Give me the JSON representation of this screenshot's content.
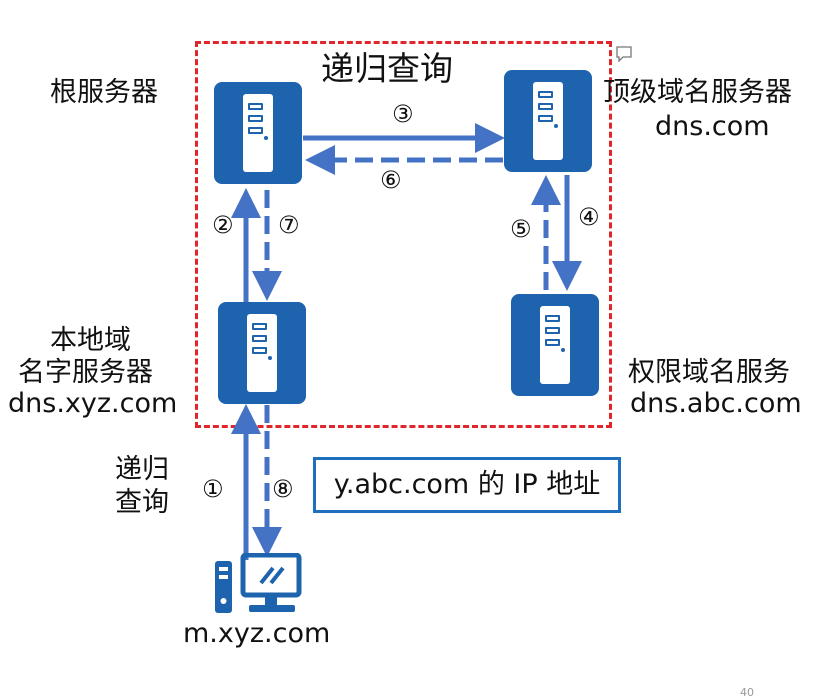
{
  "title": "递归查询",
  "servers": {
    "root": {
      "label": "根服务器"
    },
    "tld": {
      "label_line1": "顶级域名服务器",
      "label_line2": "dns.com"
    },
    "local": {
      "label_line1": "本地域",
      "label_line2": "名字服务器",
      "label_line3": "dns.xyz.com"
    },
    "authoritative": {
      "label_line1": "权限域名服务",
      "label_line2": "dns.abc.com"
    }
  },
  "client": {
    "label": "m.xyz.com"
  },
  "client_query_label": {
    "line1": "递归",
    "line2": "查询"
  },
  "answer": "y.abc.com 的 IP 地址",
  "steps": {
    "s1": "①",
    "s2": "②",
    "s3": "③",
    "s4": "④",
    "s5": "⑤",
    "s6": "⑥",
    "s7": "⑦",
    "s8": "⑧"
  },
  "slide_number": "40",
  "colors": {
    "arrow": "#4472c4",
    "server": "#1e63ad",
    "region_border": "#e0262b",
    "answer_border": "#1f6fbf"
  }
}
